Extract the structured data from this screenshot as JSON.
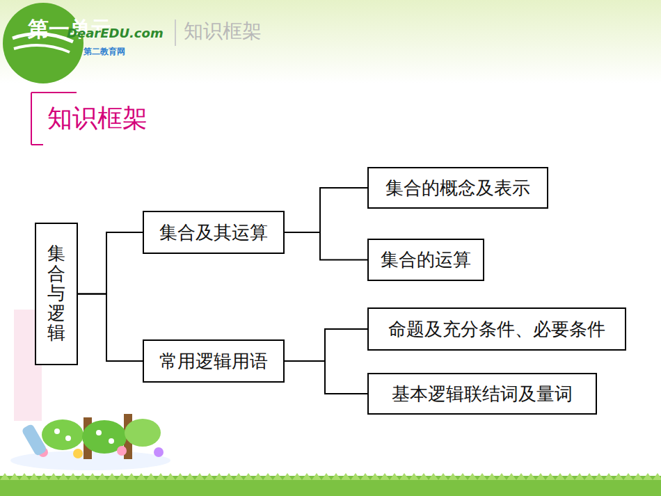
{
  "diagram": {
    "title": "知识框架",
    "nodes": [
      {
        "text": [
          "集合与逻辑"
        ]
      },
      {
        "text": [
          "集合及其运算"
        ]
      },
      {
        "text": [
          "常用逻辑用语"
        ]
      },
      {
        "text": [
          "集合的概念及表示"
        ]
      },
      {
        "text": [
          "集合的运算"
        ]
      },
      {
        "text": [
          "命题及充分条件、必要条件"
        ]
      },
      {
        "text": [
          "基本逻辑联结词及量词"
        ]
      }
    ],
    "edges": [
      {
        "from": 0,
        "to": 1,
        "arrow": "none"
      },
      {
        "from": 0,
        "to": 2,
        "arrow": "none"
      },
      {
        "from": 1,
        "to": 3,
        "arrow": "none"
      },
      {
        "from": 1,
        "to": 4,
        "arrow": "none"
      },
      {
        "from": 2,
        "to": 5,
        "arrow": "none"
      },
      {
        "from": 2,
        "to": 6,
        "arrow": "none"
      }
    ],
    "labels": [
      "第一单元",
      "DearEDU.com",
      "第二教育网",
      "知识框架"
    ]
  }
}
